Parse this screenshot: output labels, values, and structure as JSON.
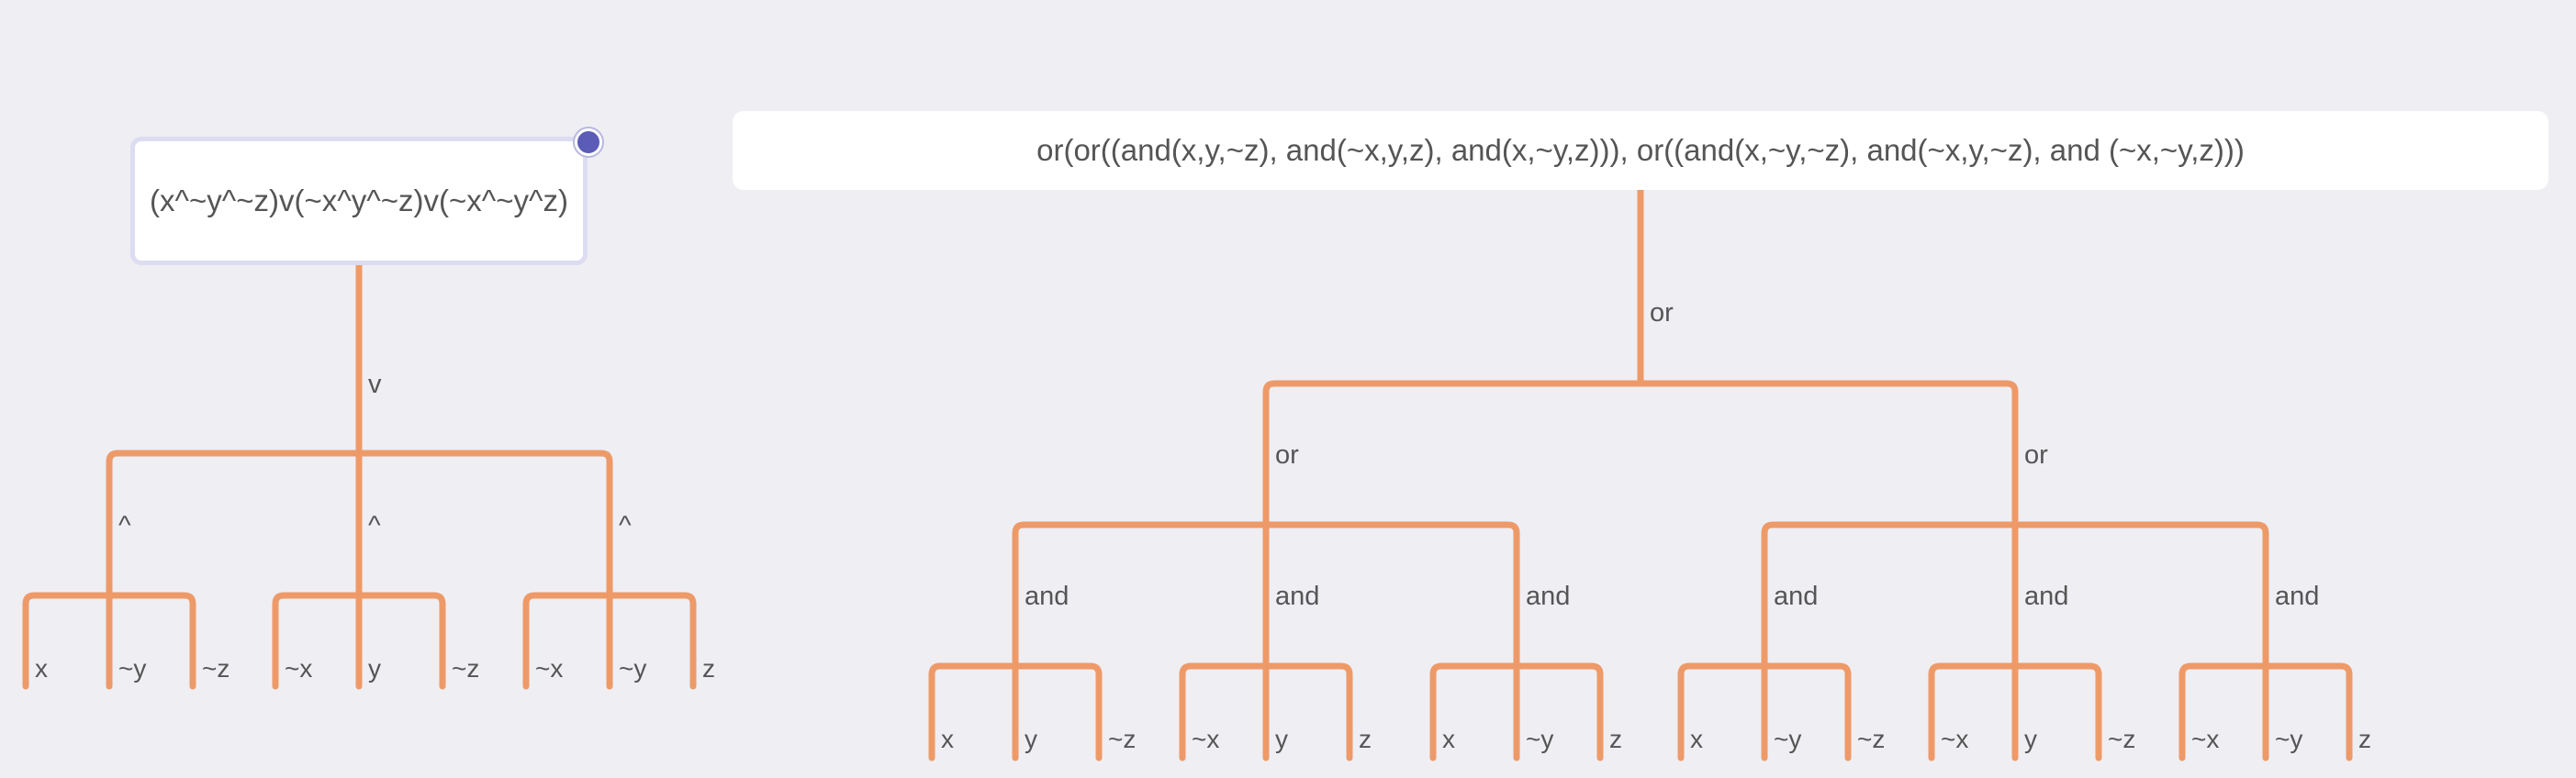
{
  "colors": {
    "background": "#efeef3",
    "edge": "#ee9a68",
    "box": "#ffffff",
    "box_border": "#dcdcf2",
    "text": "#555555",
    "handle": "#5a5cb8"
  },
  "left_tree": {
    "root": "(x^~y^~z)v(~x^y^~z)v(~x^~y^z)",
    "root_op": "v",
    "branch_ops": [
      "^",
      "^",
      "^"
    ],
    "leaves": [
      [
        "x",
        "~y",
        "~z"
      ],
      [
        "~x",
        "y",
        "~z"
      ],
      [
        "~x",
        "~y",
        "z"
      ]
    ]
  },
  "right_tree": {
    "root": "or(or((and(x,y,~z), and(~x,y,z), and(x,~y,z))), or((and(x,~y,~z), and(~x,y,~z), and (~x,~y,z)))",
    "root_op": "or",
    "sub_ops": [
      "or",
      "or"
    ],
    "branch_ops": [
      "and",
      "and",
      "and",
      "and",
      "and",
      "and"
    ],
    "leaves": [
      [
        "x",
        "y",
        "~z"
      ],
      [
        "~x",
        "y",
        "z"
      ],
      [
        "x",
        "~y",
        "z"
      ],
      [
        "x",
        "~y",
        "~z"
      ],
      [
        "~x",
        "y",
        "~z"
      ],
      [
        "~x",
        "~y",
        "z"
      ]
    ]
  }
}
